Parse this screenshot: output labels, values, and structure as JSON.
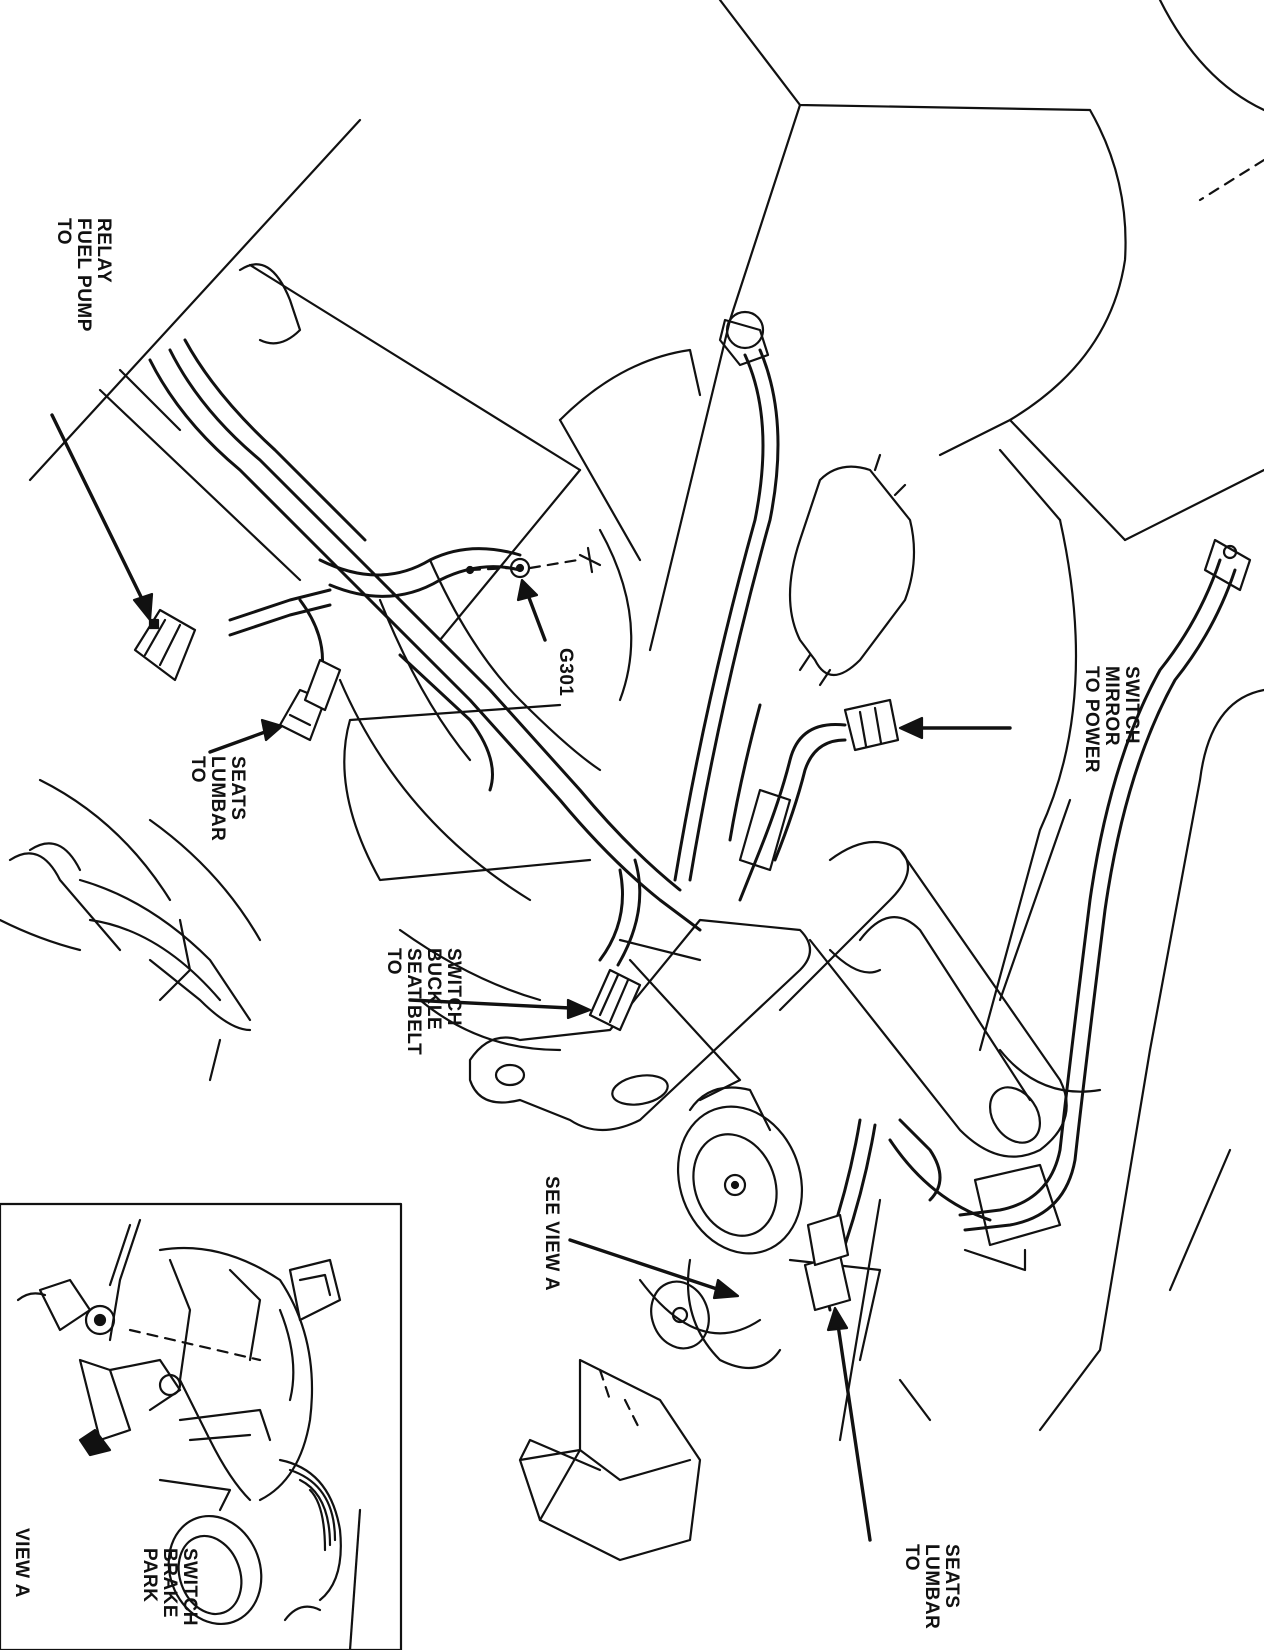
{
  "labels": {
    "fuel_pump_relay": [
      "TO",
      "FUEL PUMP",
      "RELAY"
    ],
    "lumbar_seats_left": [
      "TO",
      "LUMBAR",
      "SEATS"
    ],
    "ground": "G301",
    "seat_belt_buckle": [
      "TO",
      "SEAT BELT",
      "BUCKLE",
      "SWITCH"
    ],
    "power_mirror": [
      "TO POWER",
      "MIRROR",
      "SWITCH"
    ],
    "see_view_a": "SEE VIEW A",
    "lumbar_seats_right": [
      "TO",
      "LUMBAR",
      "SEATS"
    ],
    "view_a_title": "VIEW A",
    "park_brake": [
      "PARK",
      "BRAKE",
      "SWITCH"
    ]
  }
}
